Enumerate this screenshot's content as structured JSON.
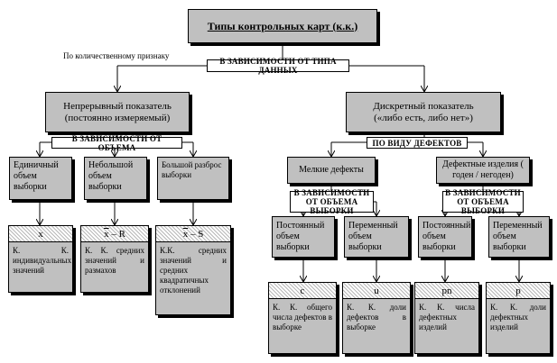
{
  "title": "Типы контрольных карт (к.к.)",
  "quantitative_note": "По количественному признаку",
  "level1_split": "В ЗАВИСИМОСТИ ОТ ТИПА ДАННЫХ",
  "continuous": {
    "title": "Непрерывный показатель",
    "subtitle": "(постоянно измеряемый)",
    "split": "В ЗАВИСИМОСТИ ОТ ОБЪЕМА",
    "branches": [
      {
        "label": "Единичный объем выборки",
        "symbol": "x",
        "symbol_overline": "",
        "description": "К. К. индивидуальных значений"
      },
      {
        "label": "Небольшой объем выборки",
        "symbol": "– R",
        "symbol_overline": "x",
        "description": "К. К. средних значений и размахов"
      },
      {
        "label": "Большой разброс выборки",
        "symbol": "– S",
        "symbol_overline": "x",
        "description": "К.К. средних значений и средних квадратичных отклонений"
      }
    ]
  },
  "discrete": {
    "title": "Дискретный показатель",
    "subtitle": "(«либо есть, либо нет»)",
    "split": "ПО ВИДУ ДЕФЕКТОВ",
    "groups": [
      {
        "label": "Мелкие дефекты",
        "split": "В ЗАВИСИМОСТИ ОТ ОБЪЕМА ВЫБОРКИ",
        "branches": [
          {
            "label": "Постоянный объем выборки",
            "symbol": "c",
            "description": "К. К. общего числа дефектов в выборке"
          },
          {
            "label": "Переменный объем выборки",
            "symbol": "u",
            "description": "К. К. доли дефектов в выборке"
          }
        ]
      },
      {
        "label": "Дефектные изделия ( годен / негоден)",
        "split": "В ЗАВИСИМОСТИ ОТ ОБЪЕМА ВЫБОРКИ",
        "branches": [
          {
            "label": "Постоянный объем выборки",
            "symbol": "pn",
            "description": "К. К. числа дефектных изделий"
          },
          {
            "label": "Переменный объем выборки",
            "symbol": "p",
            "description": "К. К. доли дефектных изделий"
          }
        ]
      }
    ]
  },
  "colors": {
    "box_fill": "#c0c0c0",
    "line": "#000000",
    "background": "#ffffff"
  }
}
